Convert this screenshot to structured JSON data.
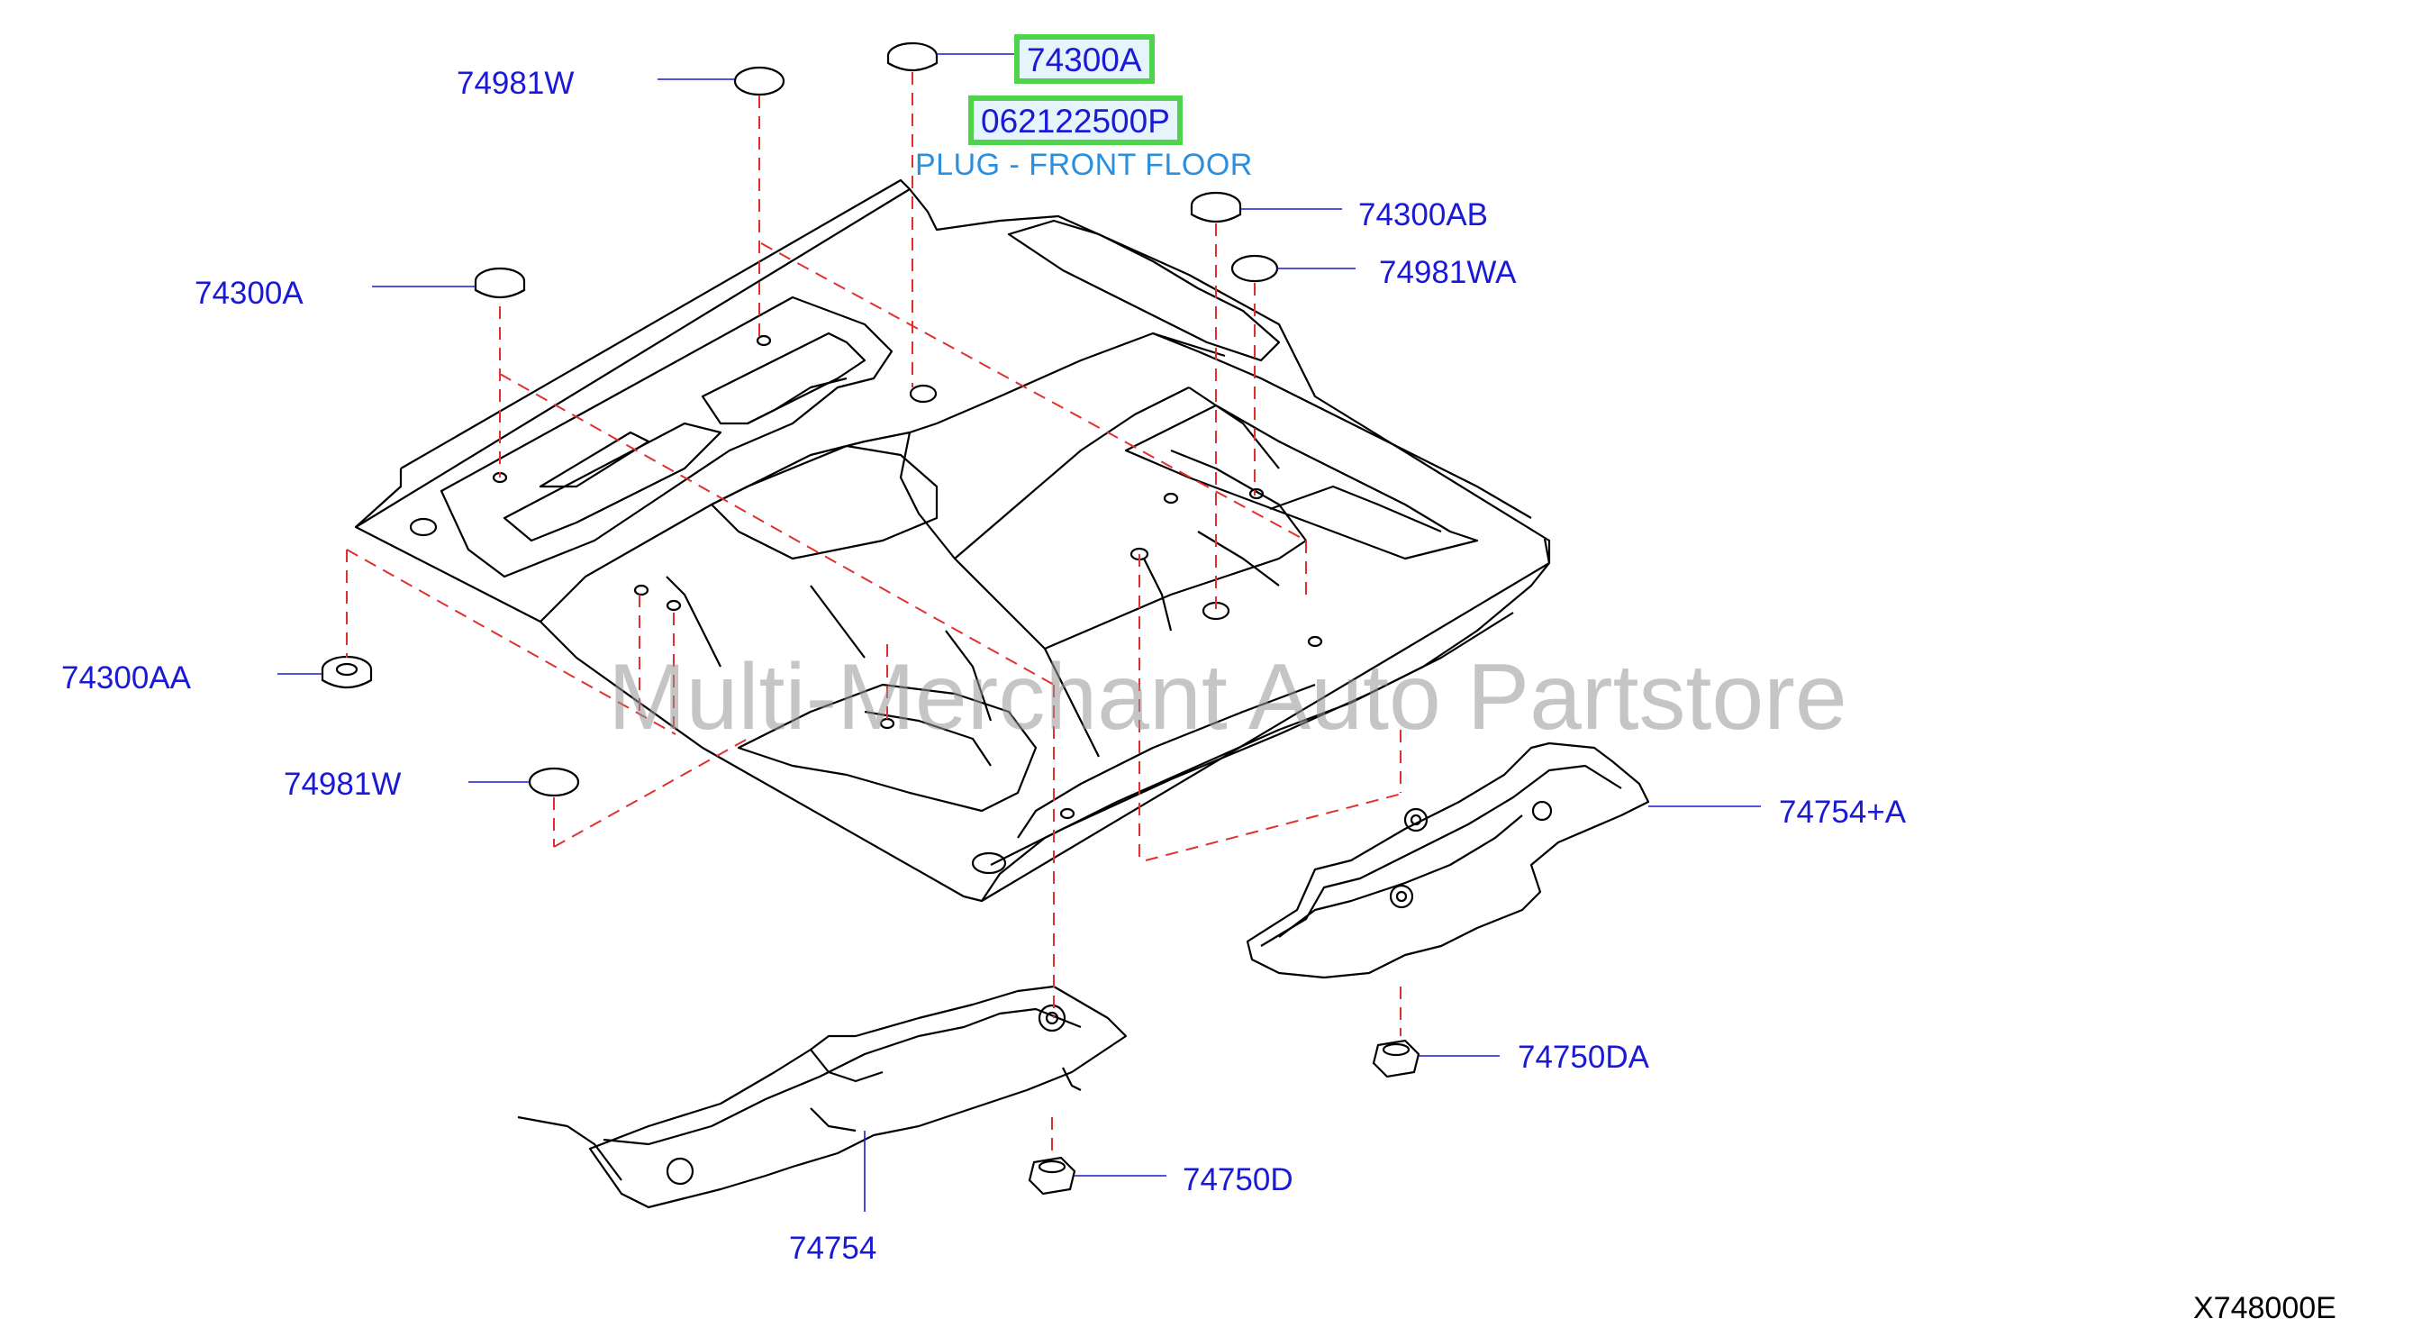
{
  "callouts": {
    "plug_top": "74300A",
    "part_number": "062122500P",
    "part_description": "PLUG - FRONT FLOOR",
    "grommet_left_top": "74981W",
    "plug_left": "74300A",
    "plug_right": "74300AB",
    "grommet_right": "74981WA",
    "plug_left_low": "74300AA",
    "grommet_left_low": "74981W",
    "cover_right": "74754+A",
    "nut_right": "74750DA",
    "nut_left": "74750D",
    "cover_left": "74754"
  },
  "watermark": "Multi-Merchant Auto Partstore",
  "figure_code": "X748000E",
  "colors": {
    "label": "#1a1ad6",
    "description": "#2b8fe0",
    "highlight_border": "#4ed34a",
    "highlight_fill": "#e6f4fb",
    "dashed_line": "#e03030",
    "leader_line": "#1a1ad6",
    "part_outline": "#000000"
  }
}
